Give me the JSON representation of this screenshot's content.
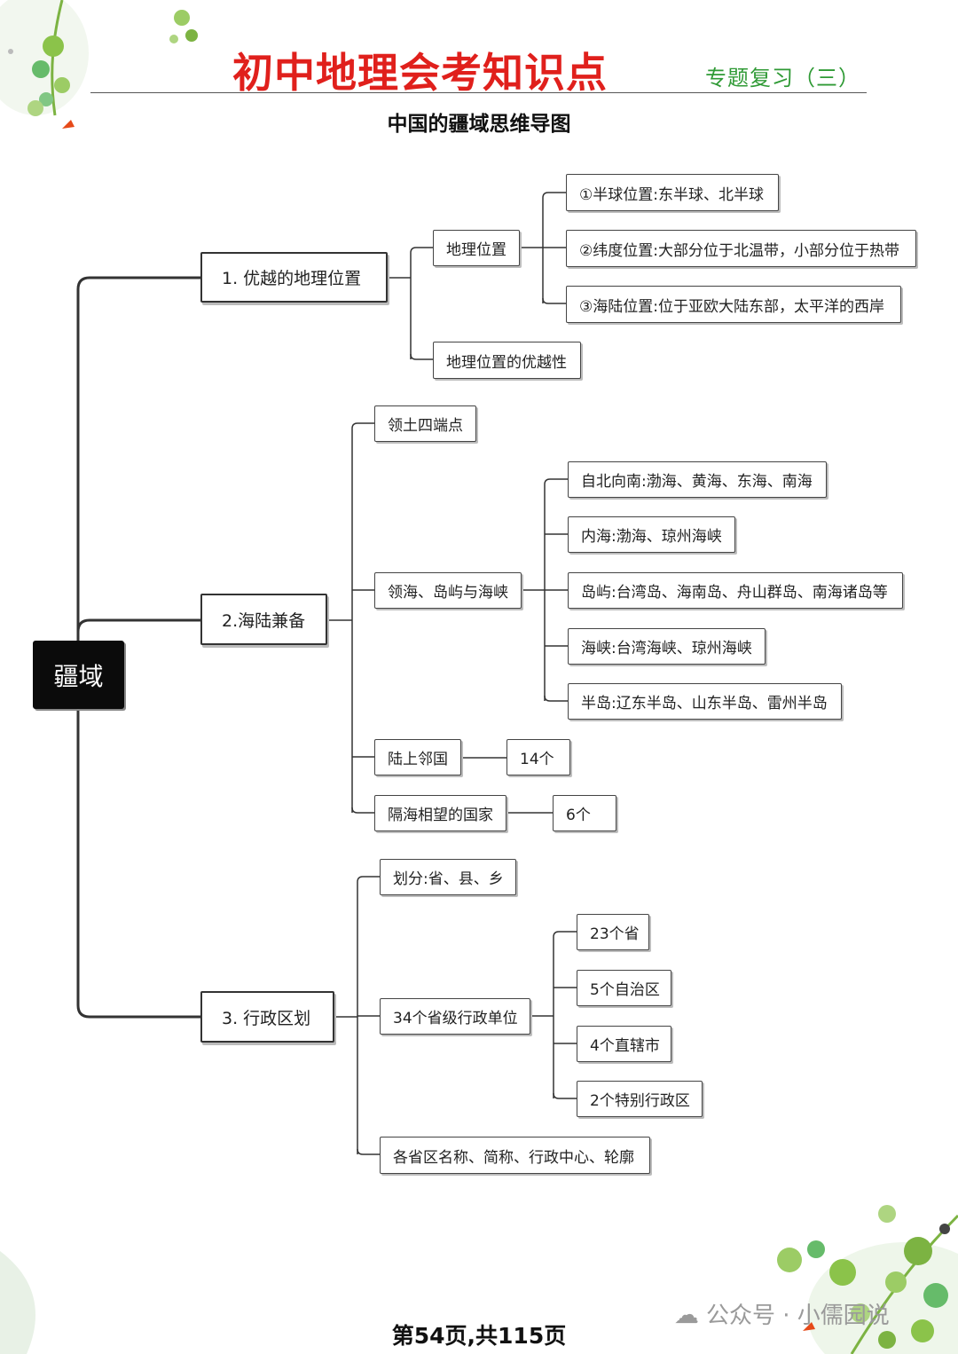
{
  "header": {
    "title": "初中地理会考知识点",
    "subtitle": "专题复习（三）",
    "map_title": "中国的疆域思维导图"
  },
  "mindmap": {
    "root": "疆域",
    "branches": [
      {
        "label": "1. 优越的地理位置",
        "children": [
          {
            "label": "地理位置",
            "children": [
              "①半球位置:东半球、北半球",
              "②纬度位置:大部分位于北温带，小部分位于热带",
              "③海陆位置:位于亚欧大陆东部，太平洋的西岸"
            ]
          },
          {
            "label": "地理位置的优越性"
          }
        ]
      },
      {
        "label": "2.海陆兼备",
        "children": [
          {
            "label": "领土四端点"
          },
          {
            "label": "领海、岛屿与海峡",
            "children": [
              "自北向南:渤海、黄海、东海、南海",
              "内海:渤海、琼州海峡",
              "岛屿:台湾岛、海南岛、舟山群岛、南海诸岛等",
              "海峡:台湾海峡、琼州海峡",
              "半岛:辽东半岛、山东半岛、雷州半岛"
            ]
          },
          {
            "label": "陆上邻国",
            "value": "14个"
          },
          {
            "label": "隔海相望的国家",
            "value": "6个"
          }
        ]
      },
      {
        "label": "3. 行政区划",
        "children": [
          {
            "label": "划分:省、县、乡"
          },
          {
            "label": "34个省级行政单位",
            "children": [
              "23个省",
              "5个自治区",
              "4个直辖市",
              "2个特别行政区"
            ]
          },
          {
            "label": "各省区名称、简称、行政中心、轮廓"
          }
        ]
      }
    ]
  },
  "footer": {
    "page_text": "第54页,共115页"
  },
  "watermark": {
    "icon": "wechat-icon",
    "text": "公众号 · 小儒园说"
  },
  "colors": {
    "title": "#e0201c",
    "subtitle": "#2f9a35",
    "root_bg": "#0b0b0b",
    "line": "#333333"
  }
}
